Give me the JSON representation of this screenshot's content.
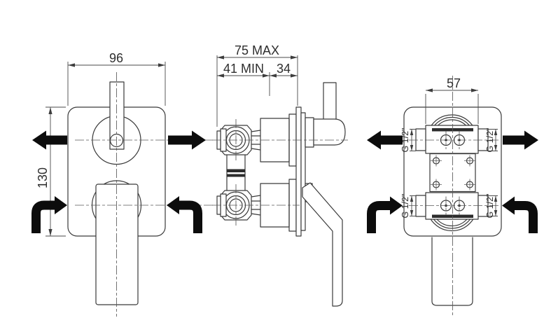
{
  "colors": {
    "background": "#ffffff",
    "line": "#3a3a3a",
    "centerline": "#5a5a5a",
    "dimension": "#4a4a4a",
    "flow_arrow": "#0c0c0c",
    "text": "#2e2e2e"
  },
  "labels": {
    "front_width": "96",
    "front_height": "130",
    "depth_max": "75 MAX",
    "depth_min": "41 MIN",
    "depth_behind_wall": "34",
    "port_spacing": "57",
    "thread": "G 1/2\""
  }
}
